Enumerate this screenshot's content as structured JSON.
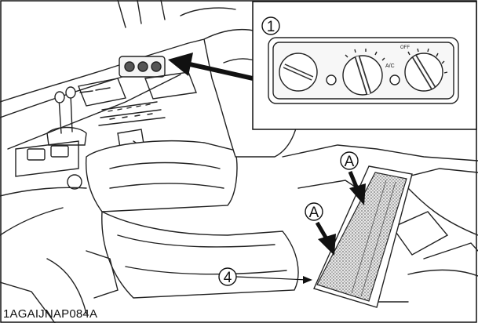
{
  "figure": {
    "code": "1AGAIJNAP084A",
    "callouts": {
      "control_panel": "1",
      "filter": "4",
      "arrow_upper": "A",
      "arrow_lower": "A"
    },
    "panel_marks": {
      "ac": "A/C",
      "off": "OFF"
    }
  }
}
